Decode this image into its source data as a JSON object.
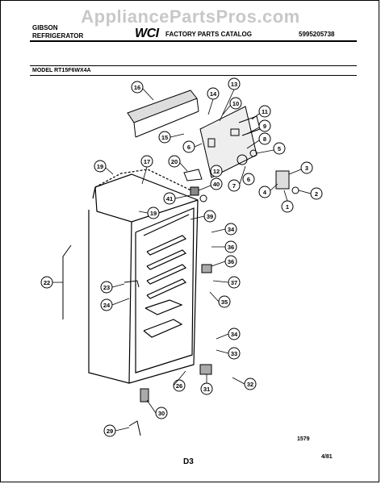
{
  "watermark": "AppliancePartsPros.com",
  "header": {
    "brand_line1": "GIBSON",
    "brand_line2": "REFRIGERATOR",
    "logo": "WCI",
    "catalog_title": "FACTORY PARTS CATALOG",
    "catalog_number": "5995205738"
  },
  "model_line": "MODEL RT15F6WX4A",
  "footer": {
    "code": "1579",
    "page": "D3",
    "date": "4/81"
  },
  "callouts": [
    "16",
    "13",
    "14",
    "10",
    "11",
    "15",
    "6",
    "9",
    "8",
    "5",
    "12",
    "3",
    "19",
    "17",
    "20",
    "7",
    "6",
    "4",
    "2",
    "40",
    "41",
    "1",
    "39",
    "19",
    "34",
    "36",
    "36",
    "22",
    "23",
    "37",
    "24",
    "35",
    "34",
    "33",
    "26",
    "31",
    "32",
    "30",
    "29"
  ]
}
